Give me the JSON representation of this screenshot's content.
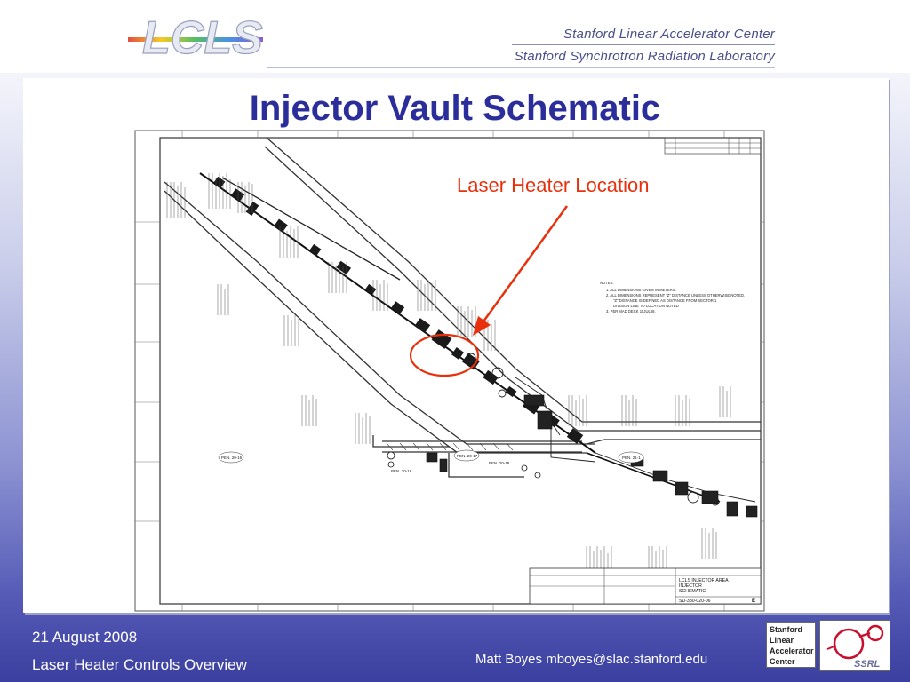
{
  "header": {
    "logo_text": "LCLS",
    "org_line1": "Stanford Linear Accelerator Center",
    "org_line2": "Stanford Synchrotron Radiation Laboratory"
  },
  "slide": {
    "title": "Injector Vault Schematic",
    "callout_label": "Laser Heater Location",
    "colors": {
      "title": "#2a2d9a",
      "callout": "#e8310c"
    }
  },
  "schematic": {
    "notes_title": "NOTES:",
    "notes": [
      "1.  ALL DIMENSIONS GIVEN IN METERS.",
      "2.  ALL DIMENSIONS REPRESENT \"Z\" DISTANCE UNLESS OTHERWISE NOTED.",
      "\"Z\" DISTANCE IS DEFINED AS DISTANCE FROM SECTOR 1",
      "DIVISION LINE TO LOCATION NOTED",
      "3.  PER MAD DECK 15JUL08."
    ],
    "pen_labels": [
      "PEN. 20-15",
      "PEN. 20-16",
      "PEN. 20-17",
      "PEN. 20-18",
      "PEN. 21-1"
    ],
    "titleblock": {
      "title_line1": "LCLS INJECTOR AREA",
      "title_line2": "INJECTOR",
      "title_line3": "SCHEMATIC",
      "drawing_number": "SD-380-020-06",
      "rev": "E"
    }
  },
  "footer": {
    "date": "21 August 2008",
    "subtitle": "Laser Heater Controls Overview",
    "author": "Matt Boyes mboyes@slac.stanford.edu",
    "slac_logo_lines": [
      "Stanford",
      "Linear",
      "Accelerator",
      "Center"
    ],
    "ssrl_logo": "SSRL"
  }
}
